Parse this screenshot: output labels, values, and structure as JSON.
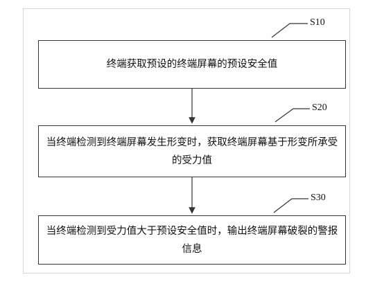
{
  "steps": [
    {
      "id": "S10",
      "text": "终端获取预设的终端屏幕的预设安全值"
    },
    {
      "id": "S20",
      "text": "当终端检测到终端屏幕发生形变时，获取终端屏幕基于形变所承受的受力值"
    },
    {
      "id": "S30",
      "text": "当终端检测到受力值大于预设安全值时，输出终端屏幕破裂的警报信息"
    }
  ]
}
